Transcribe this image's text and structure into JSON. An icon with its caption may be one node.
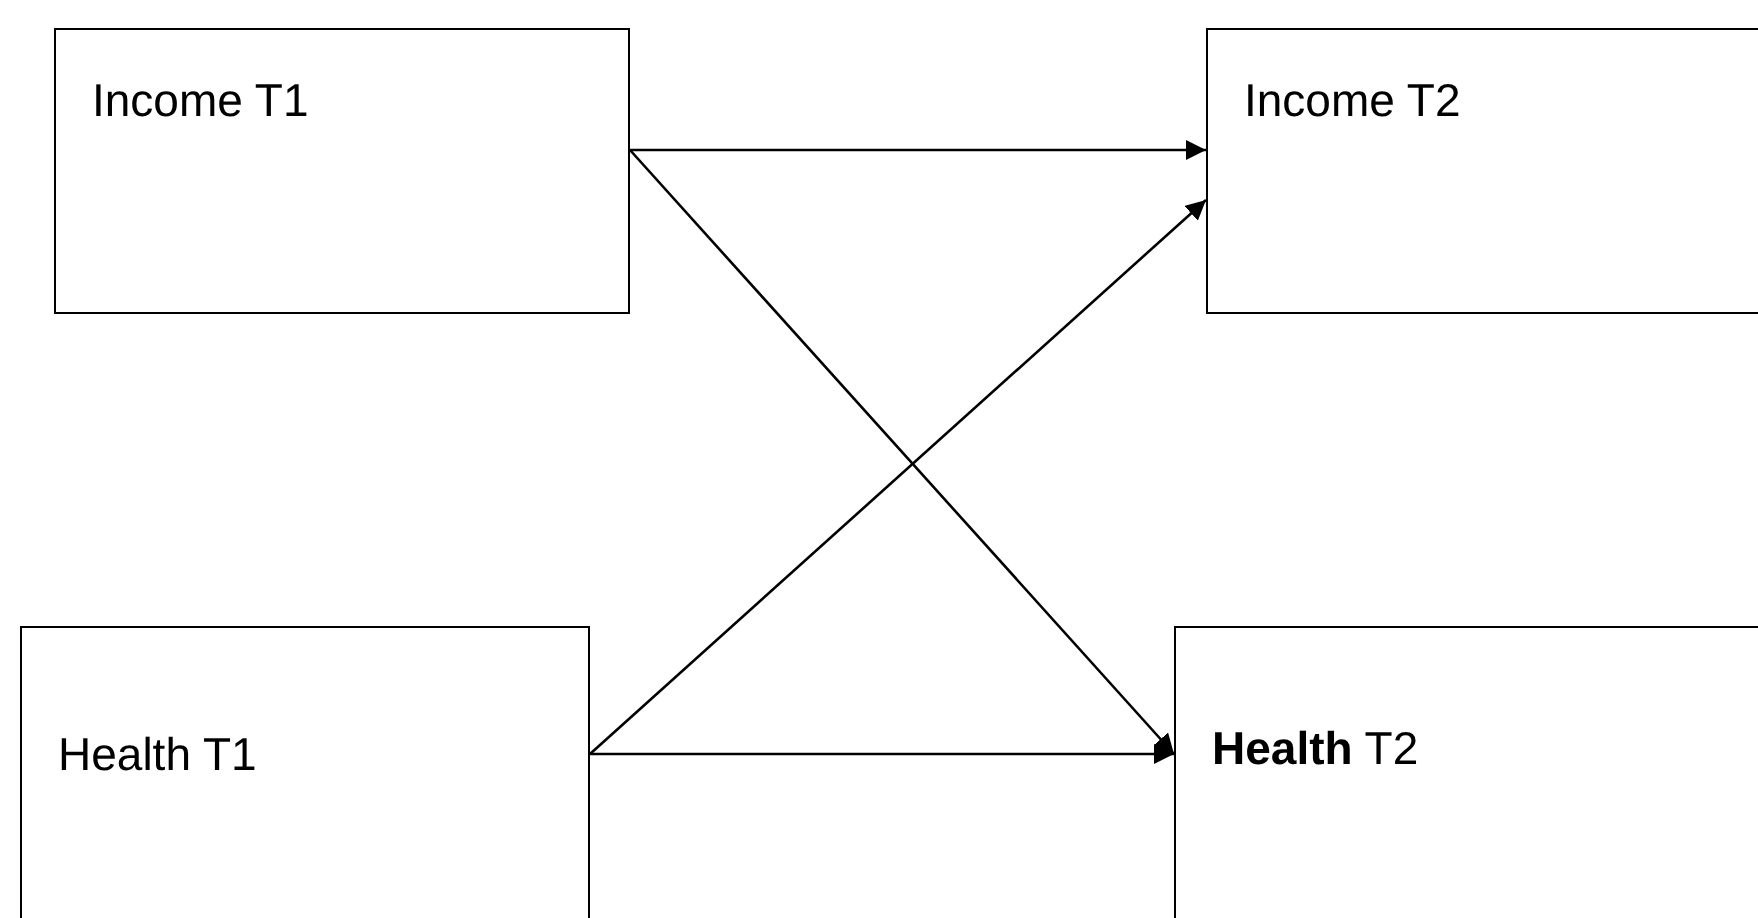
{
  "diagram": {
    "nodes": [
      {
        "text": [
          "Income T1"
        ]
      },
      {
        "text": [
          "Income T2"
        ]
      },
      {
        "text": [
          "Health T1"
        ]
      },
      {
        "text": [
          "**Health** T2"
        ]
      }
    ],
    "edges": [
      {
        "from": 0,
        "to": 1,
        "arrow": "to"
      },
      {
        "from": 0,
        "to": 3,
        "arrow": "to"
      },
      {
        "from": 2,
        "to": 1,
        "arrow": "to"
      },
      {
        "from": 2,
        "to": 3,
        "arrow": "to"
      }
    ]
  }
}
